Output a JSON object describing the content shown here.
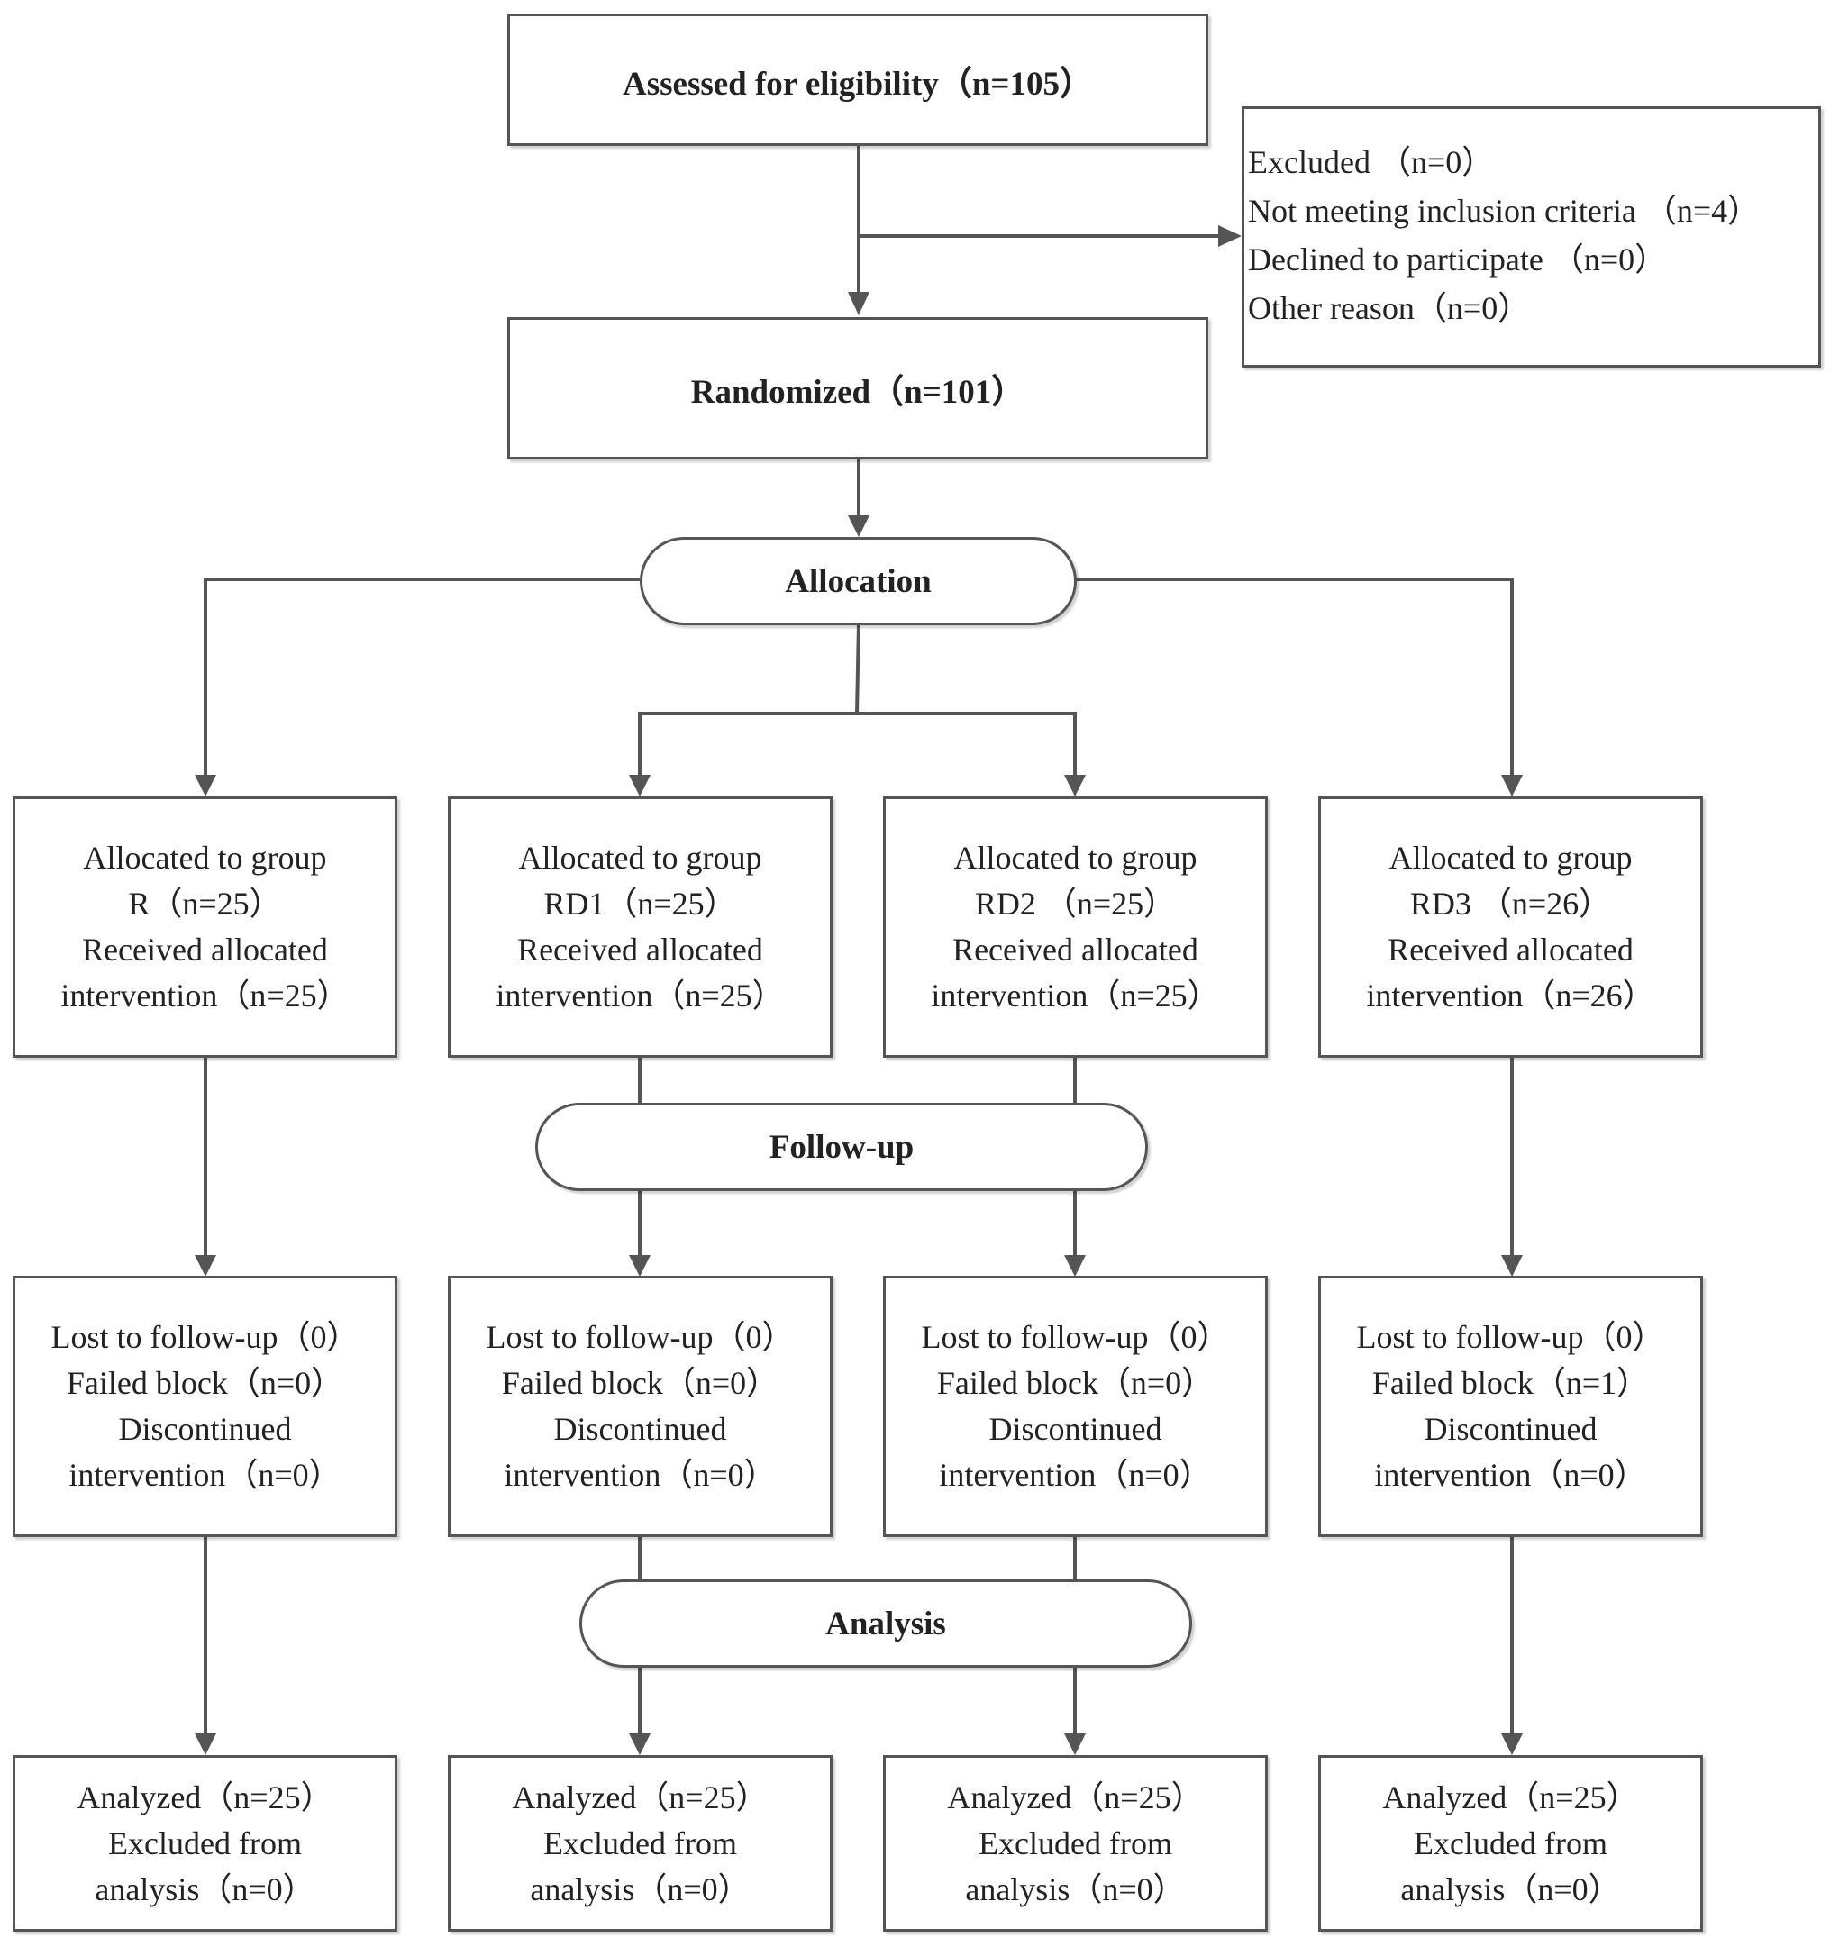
{
  "screening": {
    "assessed": "Assessed for eligibility（n=105）",
    "excluded_lines": [
      "Excluded （n=0）",
      "Not meeting inclusion criteria （n=4）",
      "Declined to participate （n=0）",
      "Other reason（n=0）"
    ],
    "randomized": "Randomized（n=101）"
  },
  "stages": {
    "allocation": "Allocation",
    "follow_up": "Follow-up",
    "analysis": "Analysis"
  },
  "groups": [
    {
      "allocated": [
        "Allocated to group",
        "R（n=25）",
        "Received allocated",
        "intervention（n=25）"
      ],
      "follow_up": [
        "Lost to follow-up（0）",
        "Failed block（n=0）",
        "Discontinued",
        "intervention（n=0）"
      ],
      "analysis": [
        "Analyzed（n=25）",
        "Excluded from",
        "analysis（n=0）"
      ]
    },
    {
      "allocated": [
        "Allocated to group",
        "RD1（n=25）",
        "Received allocated",
        "intervention（n=25）"
      ],
      "follow_up": [
        "Lost to follow-up（0）",
        "Failed block（n=0）",
        "Discontinued",
        "intervention（n=0）"
      ],
      "analysis": [
        "Analyzed（n=25）",
        "Excluded from",
        "analysis（n=0）"
      ]
    },
    {
      "allocated": [
        "Allocated to group",
        "RD2 （n=25）",
        "Received allocated",
        "intervention（n=25）"
      ],
      "follow_up": [
        "Lost to follow-up（0）",
        "Failed block（n=0）",
        "Discontinued",
        "intervention（n=0）"
      ],
      "analysis": [
        "Analyzed（n=25）",
        "Excluded from",
        "analysis（n=0）"
      ]
    },
    {
      "allocated": [
        "Allocated to group",
        "RD3 （n=26）",
        "Received allocated",
        "intervention（n=26）"
      ],
      "follow_up": [
        "Lost to follow-up（0）",
        "Failed block（n=1）",
        "Discontinued",
        "intervention（n=0）"
      ],
      "analysis": [
        "Analyzed（n=25）",
        "Excluded from",
        "analysis（n=0）"
      ]
    }
  ]
}
